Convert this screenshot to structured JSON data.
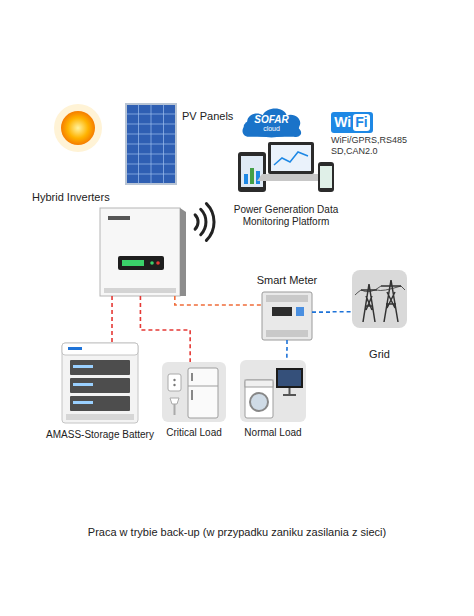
{
  "diagram": {
    "caption": "Praca w trybie back-up (w przypadku zaniku zasilania z sieci)",
    "nodes": [
      {
        "text": [
          "PV Panels"
        ]
      },
      {
        "text": [
          "SOFAR",
          "cloud"
        ]
      },
      {
        "text": [
          "Wi",
          "Fi"
        ]
      },
      {
        "text": [
          "Hybrid Inverters"
        ]
      },
      {
        "text": [
          "Power Generation Data Monitoring Platform"
        ]
      },
      {
        "text": [
          "Smart Meter"
        ]
      },
      {
        "text": [
          "Grid"
        ]
      },
      {
        "text": [
          "AMASS-Storage Battery"
        ]
      },
      {
        "text": [
          "Critical Load"
        ]
      },
      {
        "text": [
          "Normal Load"
        ]
      }
    ],
    "edges": [
      {
        "from": 3,
        "to": 7,
        "arrow": "none"
      },
      {
        "from": 3,
        "to": 8,
        "arrow": "none"
      },
      {
        "from": 3,
        "to": 5,
        "arrow": "none"
      },
      {
        "from": 5,
        "to": 9,
        "arrow": "none"
      },
      {
        "from": 5,
        "to": 6,
        "arrow": "none"
      }
    ],
    "labels": [
      "WiFi/GPRS,RS485",
      "SD,CAN2.0"
    ]
  }
}
